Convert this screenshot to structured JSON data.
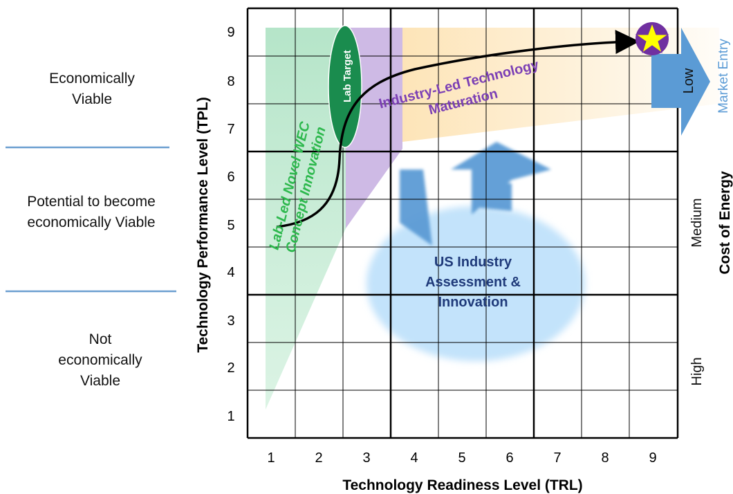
{
  "left_zones": [
    {
      "lines": [
        "Economically",
        "Viable"
      ]
    },
    {
      "lines": [
        "Potential to become",
        "economically Viable"
      ]
    },
    {
      "lines": [
        "Not",
        "economically",
        "Viable"
      ]
    }
  ],
  "axes": {
    "x_title": "Technology Readiness Level (TRL)",
    "y_title": "Technology Performance  Level (TPL)",
    "x_ticks": [
      "1",
      "2",
      "3",
      "4",
      "5",
      "6",
      "7",
      "8",
      "9"
    ],
    "y_ticks": [
      "1",
      "2",
      "3",
      "4",
      "5",
      "6",
      "7",
      "8",
      "9"
    ]
  },
  "cost_of_energy": {
    "title": "Cost of Energy",
    "levels": [
      "Low",
      "Medium",
      "High"
    ]
  },
  "regions": {
    "lab_led": {
      "lines": [
        "Lab-Led Novel WEC",
        "Concept Innovation"
      ]
    },
    "lab_target": "Lab Target",
    "industry_led": {
      "lines": [
        "Industry-Led Technology",
        "Maturation"
      ]
    },
    "us_industry": {
      "lines": [
        "US Industry",
        "Assessment &",
        "Innovation"
      ]
    },
    "market_entry": "Market Entry"
  },
  "colors": {
    "green_region": "#a8e0bf",
    "purple_region": "#c5aee0",
    "orange_region": "#fde3b4",
    "lab_target_fill": "#1a8c4e",
    "lab_led_text": "#2db84d",
    "industry_text": "#7b3fb5",
    "us_industry_text": "#1f3a7a",
    "cloud_fill": "#c3e3fb",
    "arrow_blue": "#5b9bd5",
    "star_yellow": "#ffff00",
    "star_circle": "#7030a0",
    "market_entry_text": "#5b9bd5",
    "zone_divider": "#6a9ed0"
  }
}
